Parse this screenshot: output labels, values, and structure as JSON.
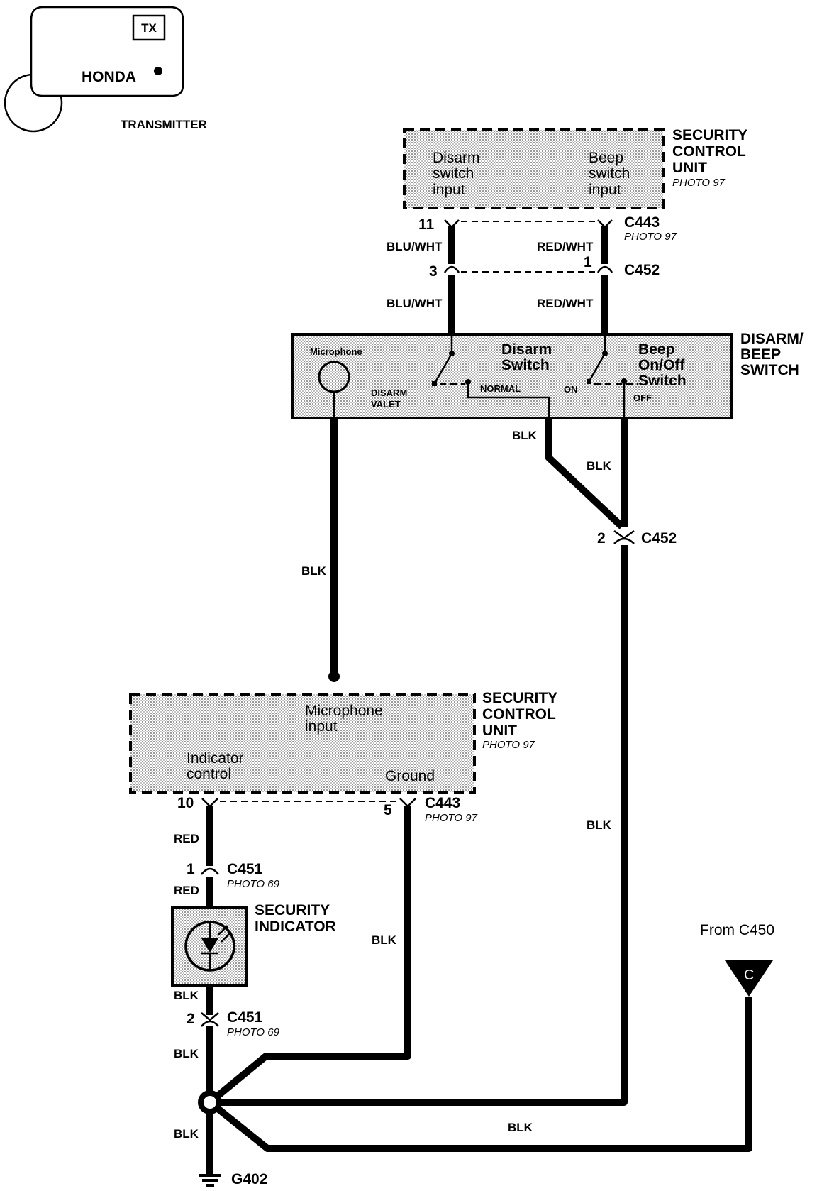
{
  "transmitter": {
    "tx_label": "TX",
    "brand": "HONDA",
    "caption": "TRANSMITTER"
  },
  "security_control_unit_top": {
    "title_lines": [
      "SECURITY",
      "CONTROL",
      "UNIT"
    ],
    "photo": "PHOTO 97",
    "disarm_input_lines": [
      "Disarm",
      "switch",
      "input"
    ],
    "beep_input_lines": [
      "Beep",
      "switch",
      "input"
    ]
  },
  "connector_c443_top": {
    "name": "C443",
    "photo": "PHOTO 97",
    "pin_left": "11"
  },
  "connector_c452_top": {
    "name": "C452",
    "pin_left": "3",
    "pin_right": "1"
  },
  "wire_colors": {
    "blu_wht": "BLU/WHT",
    "red_wht": "RED/WHT",
    "blk": "BLK",
    "red": "RED"
  },
  "disarm_beep_switch": {
    "title_lines": [
      "DISARM/",
      "BEEP",
      "SWITCH"
    ],
    "microphone": "Microphone",
    "disarm_switch_lines": [
      "Disarm",
      "Switch"
    ],
    "beep_switch_lines": [
      "Beep",
      "On/Off",
      "Switch"
    ],
    "disarm_valet_lines": [
      "DISARM",
      "VALET"
    ],
    "normal": "NORMAL",
    "on": "ON",
    "off": "OFF"
  },
  "connector_c452_mid": {
    "name": "C452",
    "pin": "2"
  },
  "security_control_unit_bottom": {
    "title_lines": [
      "SECURITY",
      "CONTROL",
      "UNIT"
    ],
    "photo": "PHOTO 97",
    "microphone_input_lines": [
      "Microphone",
      "input"
    ],
    "indicator_control_lines": [
      "Indicator",
      "control"
    ],
    "ground": "Ground"
  },
  "connector_c443_bottom": {
    "name": "C443",
    "photo": "PHOTO 97",
    "pin_left": "10",
    "pin_right": "5"
  },
  "connector_c451_top": {
    "name": "C451",
    "photo": "PHOTO 69",
    "pin": "1"
  },
  "security_indicator": {
    "title_lines": [
      "SECURITY",
      "INDICATOR"
    ]
  },
  "connector_c451_bottom": {
    "name": "C451",
    "photo": "PHOTO 69",
    "pin": "2"
  },
  "from_c450": {
    "label": "From C450",
    "letter": "C"
  },
  "ground_g402": {
    "name": "G402"
  }
}
